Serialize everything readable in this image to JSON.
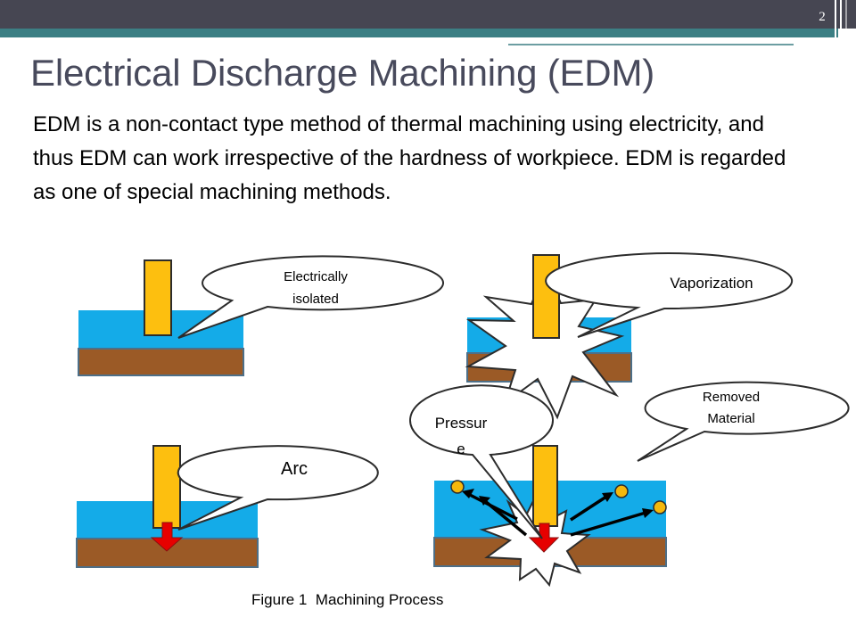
{
  "slide": {
    "number": "2",
    "title": "Electrical Discharge Machining (EDM)",
    "body": "EDM is a non-contact type method of thermal machining using electricity, and thus EDM can work irrespective of the hardness of workpiece.  EDM is regarded as one of special machining methods."
  },
  "figure": {
    "caption": "Figure 1  Machining Process",
    "panels": {
      "isolated": {
        "callout_line1": "Electrically",
        "callout_line2": "isolated"
      },
      "vaporization": {
        "callout": "Vaporization"
      },
      "arc": {
        "callout": "Arc"
      },
      "removal": {
        "pressure_line1": "Pressur",
        "pressure_line2": "e",
        "removed_line1": "Removed",
        "removed_line2": "Material"
      }
    },
    "colors": {
      "dielectric": "#14abe8",
      "workpiece": "#9b5a26",
      "electrode": "#fdbf0f",
      "spark_arrow": "#e60000",
      "debris": "#f5b80c"
    }
  }
}
